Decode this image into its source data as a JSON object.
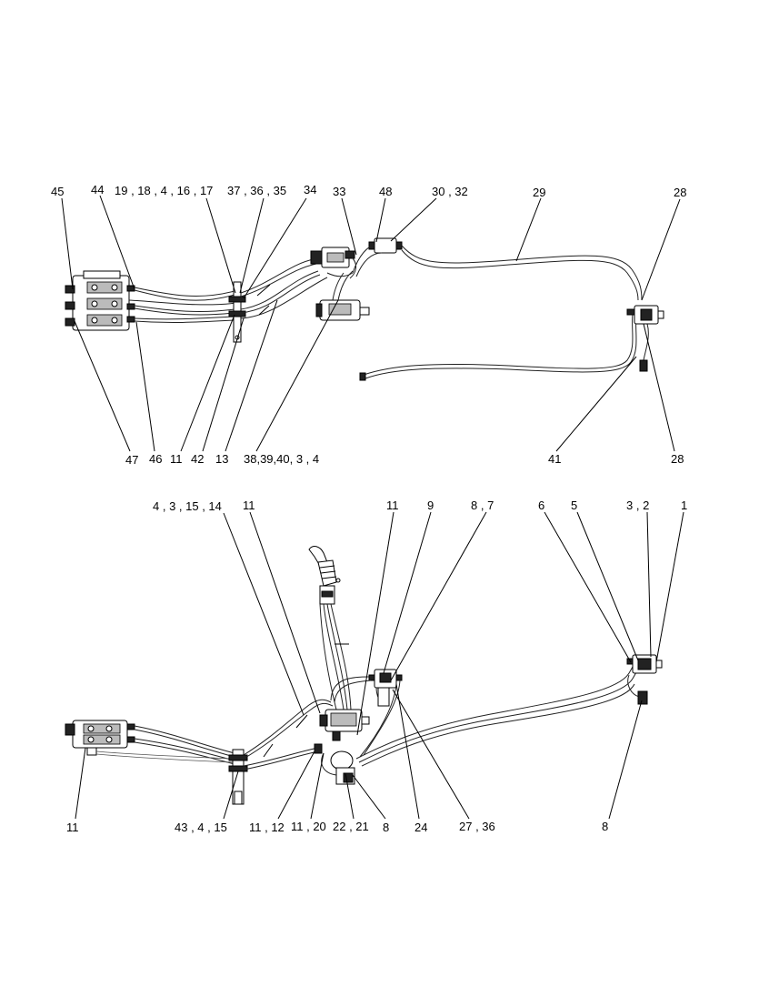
{
  "diagram": {
    "top_labels": [
      {
        "id": "t45",
        "text": "45"
      },
      {
        "id": "t44",
        "text": "44"
      },
      {
        "id": "t19",
        "text": "19 , 18 ,  4  , 16 , 17"
      },
      {
        "id": "t37",
        "text": "37 , 36 , 35"
      },
      {
        "id": "t34",
        "text": "34"
      },
      {
        "id": "t33",
        "text": "33"
      },
      {
        "id": "t48",
        "text": "48"
      },
      {
        "id": "t30",
        "text": "30 , 32"
      },
      {
        "id": "t29",
        "text": "29"
      },
      {
        "id": "t28a",
        "text": "28"
      },
      {
        "id": "t47",
        "text": "47"
      },
      {
        "id": "t46",
        "text": "46"
      },
      {
        "id": "t11a",
        "text": "11"
      },
      {
        "id": "t42",
        "text": "42"
      },
      {
        "id": "t13",
        "text": "13"
      },
      {
        "id": "t38",
        "text": "38,39,40, 3  ,  4"
      },
      {
        "id": "t41",
        "text": "41"
      },
      {
        "id": "t28b",
        "text": "28"
      }
    ],
    "bottom_labels": [
      {
        "id": "b4",
        "text": "4  ,  3  , 15 , 14"
      },
      {
        "id": "b11a",
        "text": "11"
      },
      {
        "id": "b11b",
        "text": "11"
      },
      {
        "id": "b9",
        "text": "9"
      },
      {
        "id": "b87",
        "text": "8 , 7"
      },
      {
        "id": "b6",
        "text": "6"
      },
      {
        "id": "b5",
        "text": "5"
      },
      {
        "id": "b32",
        "text": "3 , 2"
      },
      {
        "id": "b1",
        "text": "1"
      },
      {
        "id": "b11c",
        "text": "11"
      },
      {
        "id": "b43",
        "text": "43 ,  4  , 15"
      },
      {
        "id": "b1112",
        "text": "11 , 12"
      },
      {
        "id": "b1120",
        "text": "11 , 20"
      },
      {
        "id": "b2221",
        "text": "22 , 21"
      },
      {
        "id": "b8a",
        "text": "8"
      },
      {
        "id": "b24",
        "text": "24"
      },
      {
        "id": "b2736",
        "text": "27 , 36"
      },
      {
        "id": "b8b",
        "text": "8"
      }
    ]
  }
}
